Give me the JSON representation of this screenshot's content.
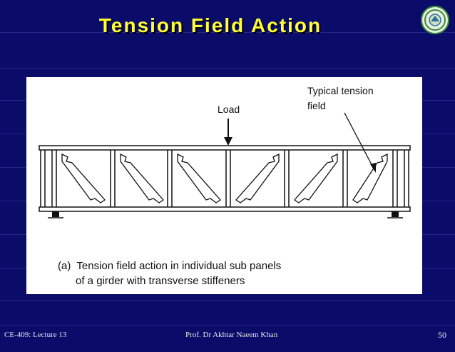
{
  "slide": {
    "title": "Tension Field Action",
    "figure": {
      "load_label": "Load",
      "tension_label_line1": "Typical tension",
      "tension_label_line2": "field",
      "caption_line1": "(a)  Tension field action in individual sub panels",
      "caption_line2": "      of a girder with transverse stiffeners"
    },
    "footer": {
      "course": "CE-409: Lecture 13",
      "author": "Prof. Dr Akhtar Naeem Khan",
      "page_number": "50"
    }
  }
}
